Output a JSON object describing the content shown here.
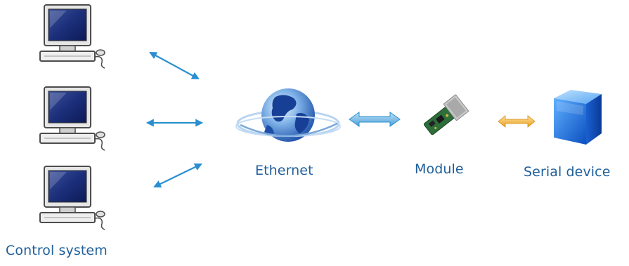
{
  "labels": {
    "control_system": "Control system",
    "ethernet": "Ethernet",
    "module": "Module",
    "serial_device": "Serial device"
  },
  "colors": {
    "label_text": "#1f5f9a",
    "arrow_blue": "#2a8fd0",
    "arrow_orange": "#e8a020",
    "cube_blue": "#1a73d8",
    "pcb_green": "#2d6e3a"
  },
  "icons": [
    "computer-icon",
    "globe-icon",
    "module-icon",
    "serial-device-cube-icon",
    "double-arrow-icon"
  ]
}
